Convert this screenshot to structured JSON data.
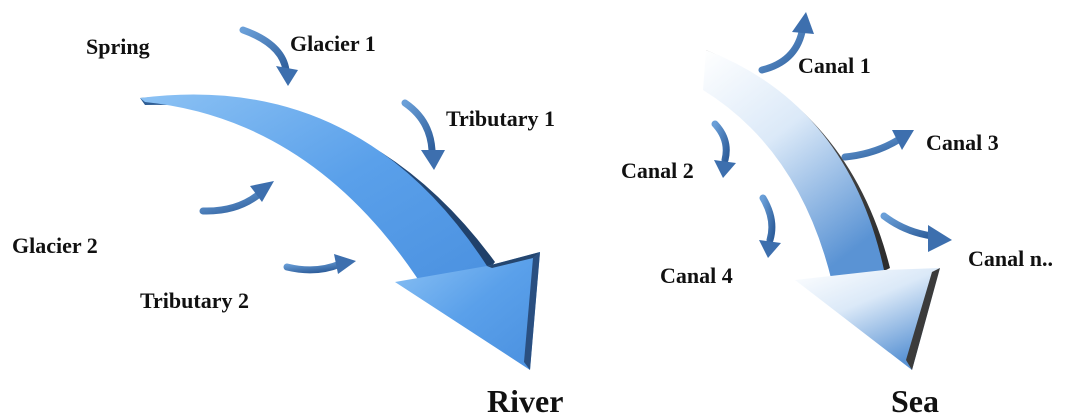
{
  "left_panel": {
    "labels": {
      "spring": "Spring",
      "glacier_1": "Glacier 1",
      "tributary_1": "Tributary 1",
      "glacier_2": "Glacier 2",
      "tributary_2": "Tributary 2",
      "destination": "River"
    }
  },
  "right_panel": {
    "labels": {
      "canal_1": "Canal 1",
      "canal_2": "Canal 2",
      "canal_3": "Canal 3",
      "canal_4": "Canal 4",
      "canal_n": "Canal n..",
      "destination": "Sea"
    }
  },
  "colors": {
    "river_blue": "#5aa0ea",
    "small_arrow_blue": "#3d6fae",
    "sea_arrow_light": "#e8f1fb",
    "sea_arrow_dark": "#5a90d0"
  }
}
